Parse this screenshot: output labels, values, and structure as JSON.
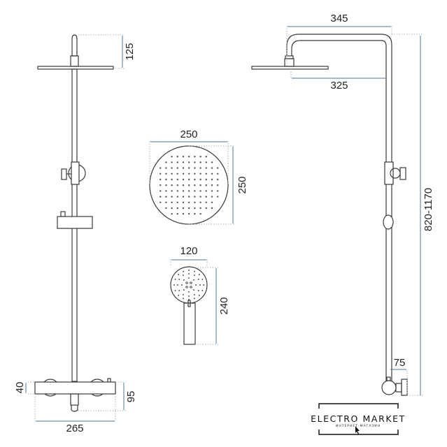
{
  "dimensions": {
    "front_head_height": "125",
    "mixer_height": "40",
    "mixer_depth": "95",
    "mixer_width": "265",
    "head_diameter_w": "250",
    "head_diameter_h": "250",
    "hand_width": "120",
    "hand_length": "240",
    "arm_outer": "345",
    "arm_inner": "325",
    "height_range": "820-1170",
    "wall_offset": "75"
  },
  "logo": {
    "title": "ELECTRO MARKET",
    "subtitle": "ИНТЕРНЕТ-МАГАЗИН"
  },
  "colors": {
    "drawing": "#3a3a3a",
    "dimension": "#4d7590"
  }
}
